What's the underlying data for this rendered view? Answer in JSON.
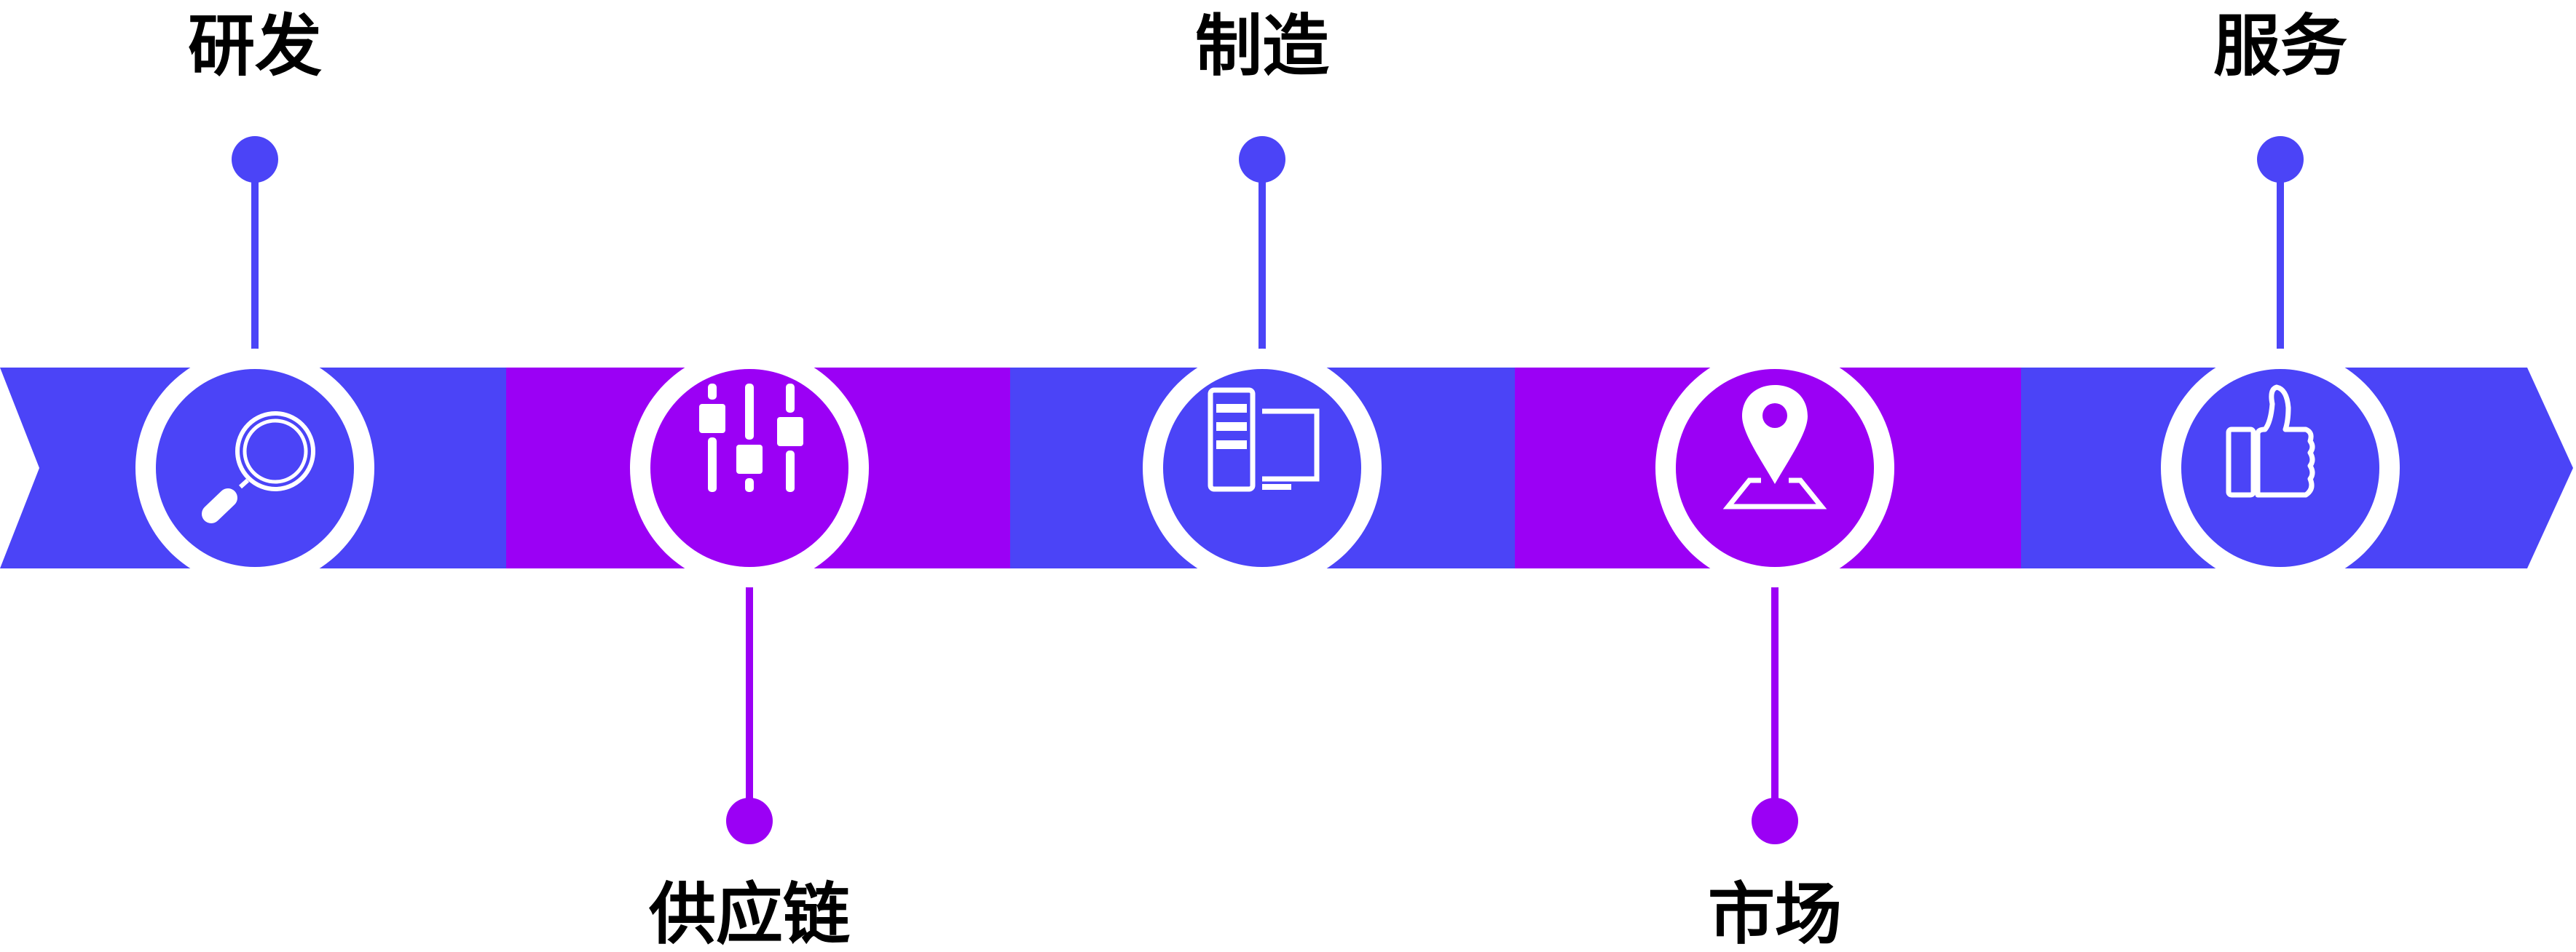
{
  "colors": {
    "blue": "#4B44F7",
    "purple": "#9B00F5",
    "ring": "#FFFFFF"
  },
  "stages": [
    {
      "label": "研发",
      "icon": "magnifier-icon",
      "color": "blue",
      "pin": "up"
    },
    {
      "label": "供应链",
      "icon": "sliders-icon",
      "color": "purple",
      "pin": "down"
    },
    {
      "label": "制造",
      "icon": "devices-icon",
      "color": "blue",
      "pin": "up"
    },
    {
      "label": "市场",
      "icon": "location-pin-icon",
      "color": "purple",
      "pin": "down"
    },
    {
      "label": "服务",
      "icon": "thumbs-up-icon",
      "color": "blue",
      "pin": "up"
    }
  ]
}
